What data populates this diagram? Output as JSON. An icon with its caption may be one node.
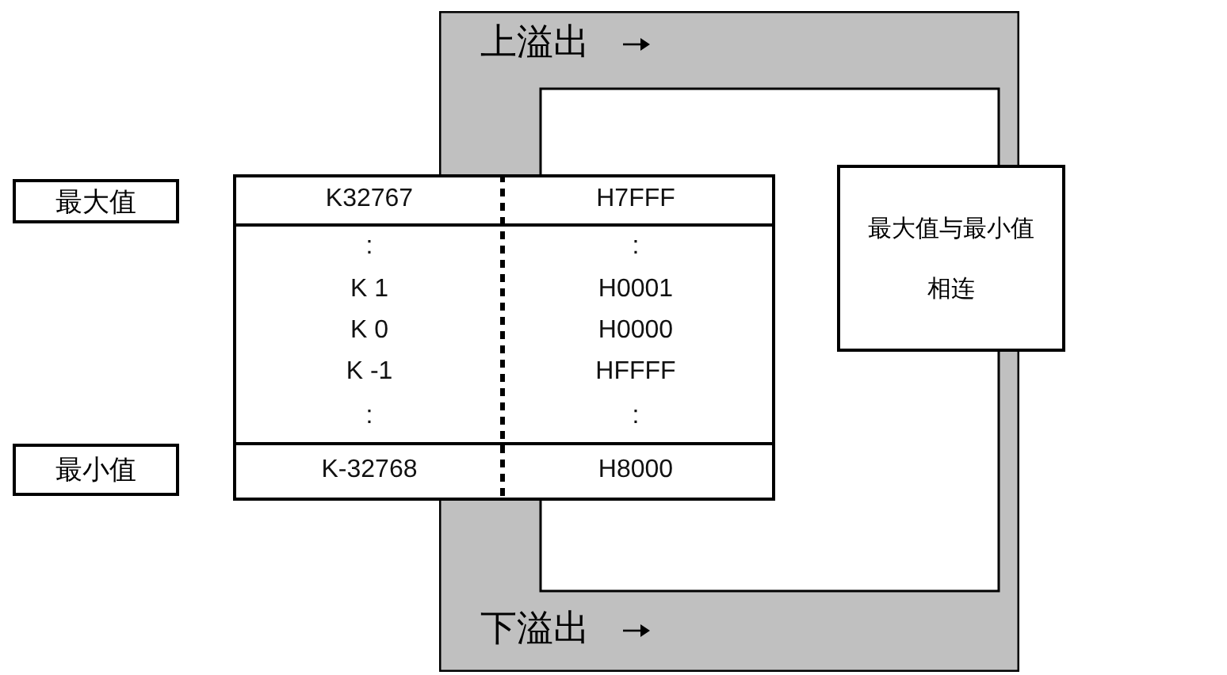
{
  "diagram": {
    "nodes": [
      {
        "text": [
          "上溢出",
          "下溢出"
        ]
      },
      {
        "text": [
          "最大值"
        ]
      },
      {
        "text": [
          "最小值"
        ]
      },
      {
        "text": [
          "最大值与最小值相连"
        ]
      }
    ],
    "labels": [
      "K32767",
      "H7FFF",
      ":",
      ":",
      "K 1",
      "H0001",
      "K 0",
      "H0000",
      "K -1",
      "HFFFF",
      ":",
      ":",
      "K-32768",
      "H8000"
    ]
  }
}
